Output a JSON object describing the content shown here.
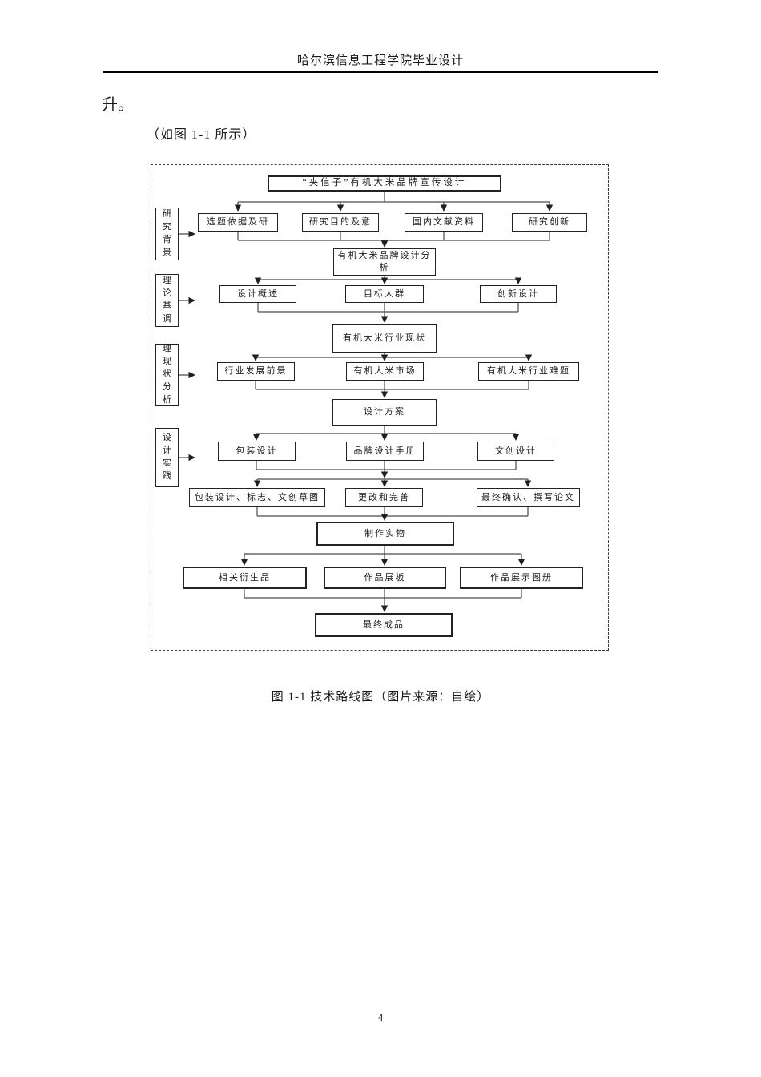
{
  "page": {
    "header_title": "哈尔滨信息工程学院毕业设计",
    "paragraph": "升。",
    "figure_reference": "（如图 1-1 所示）",
    "caption": "图 1-1 技术路线图（图片来源：自绘）",
    "page_number": "4"
  },
  "flowchart": {
    "side_labels": [
      "研究背景",
      "理论基调",
      "理现状分析",
      "设计实践"
    ],
    "nodes": {
      "title": "“夹信子”有机大米品牌宣传设计",
      "row1": [
        "选题依据及研",
        "研究目的及意",
        "国内文献资料",
        "研究创新"
      ],
      "analysis": "有机大米品牌设计分析",
      "row3": [
        "设计概述",
        "目标人群",
        "创新设计"
      ],
      "status": "有机大米行业现状",
      "row5": [
        "行业发展前景",
        "有机大米市场",
        "有机大米行业难题"
      ],
      "plan": "设计方案",
      "row7": [
        "包装设计",
        "品牌设计手册",
        "文创设计"
      ],
      "row8": [
        "包装设计、标志、文创草图",
        "更改和完善",
        "最终确认、撰写论文"
      ],
      "make": "制作实物",
      "row10": [
        "相关衍生品",
        "作品展板",
        "作品展示图册"
      ],
      "final": "最终成品"
    }
  }
}
